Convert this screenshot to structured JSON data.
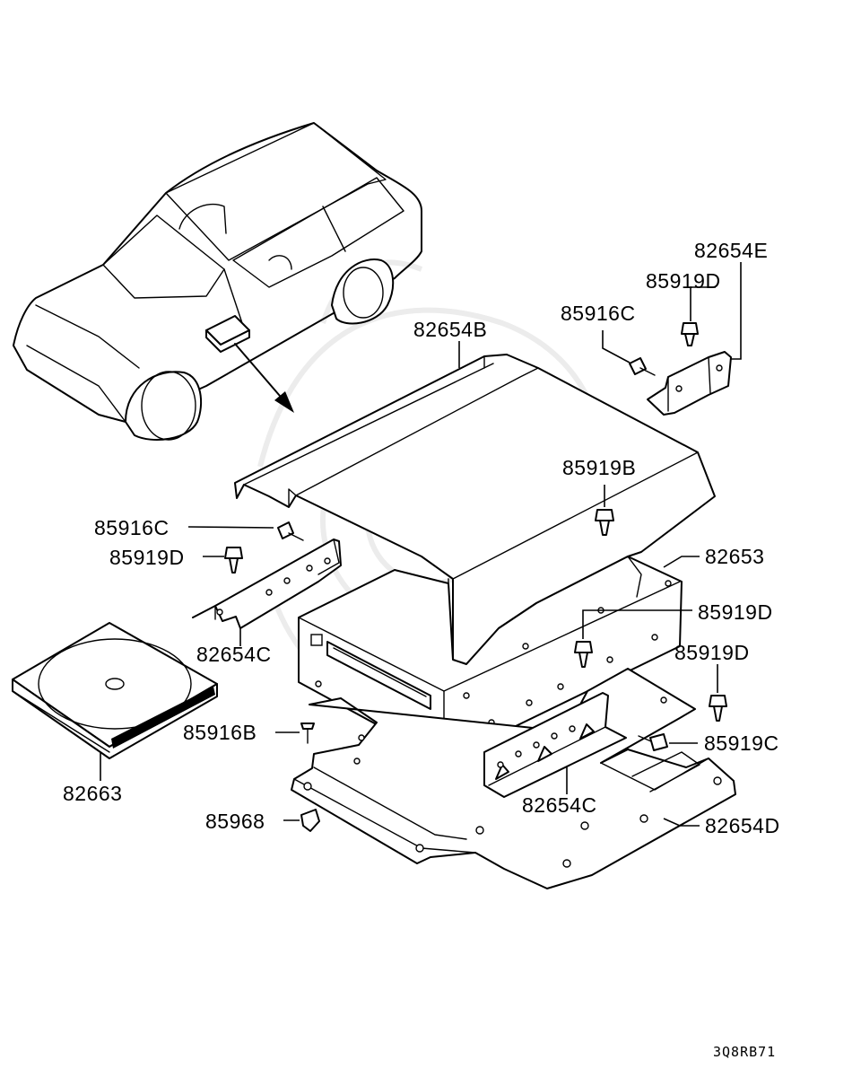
{
  "diagram": {
    "labels": {
      "p82654E": "82654E",
      "p85919D_top": "85919D",
      "p85916C_top": "85916C",
      "p82654B": "82654B",
      "p85919B": "85919B",
      "p85916C_left": "85916C",
      "p85919D_left": "85919D",
      "p82653": "82653",
      "p85919D_right1": "85919D",
      "p85919D_right2": "85919D",
      "p82654C_left": "82654C",
      "p85916B": "85916B",
      "p85919C": "85919C",
      "p82663": "82663",
      "p82654C_bottom": "82654C",
      "p85968": "85968",
      "p82654D": "82654D"
    },
    "figure_code": "3Q8RB71"
  }
}
